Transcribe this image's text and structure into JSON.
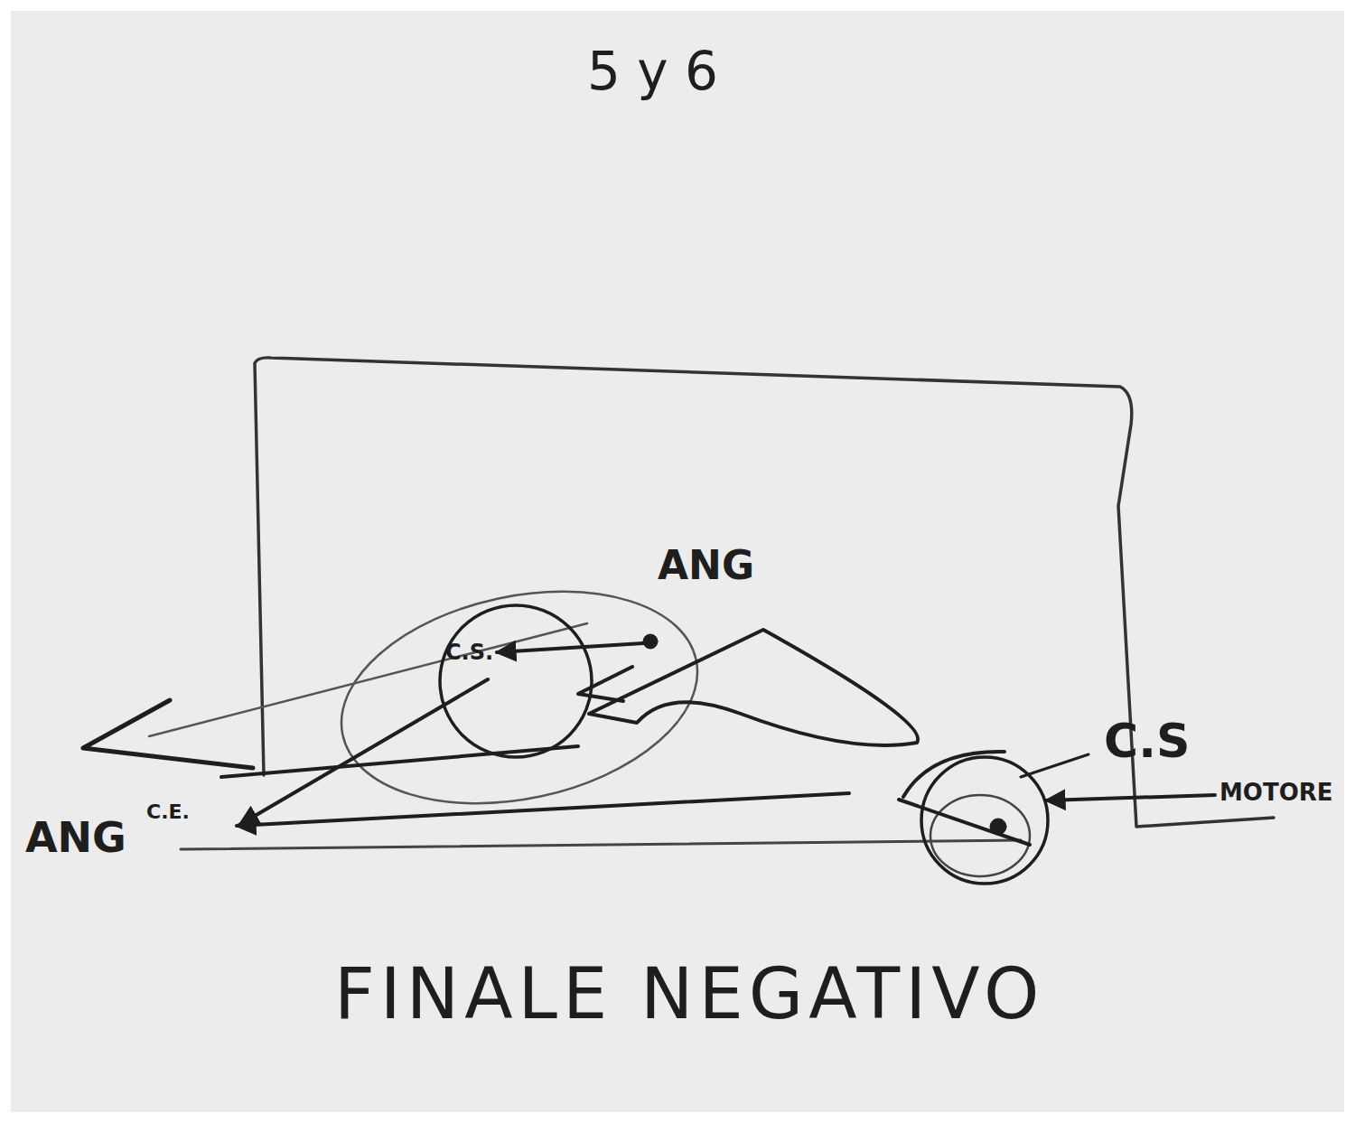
{
  "diagram": {
    "title": "5 y 6",
    "caption": "FINALE NEGATIVO",
    "nodes": [
      {
        "text": [
          "C.S."
        ]
      }
    ],
    "labels": [
      "ANG",
      "C.S",
      "MOTORE",
      "C.E.",
      "ANG"
    ]
  }
}
